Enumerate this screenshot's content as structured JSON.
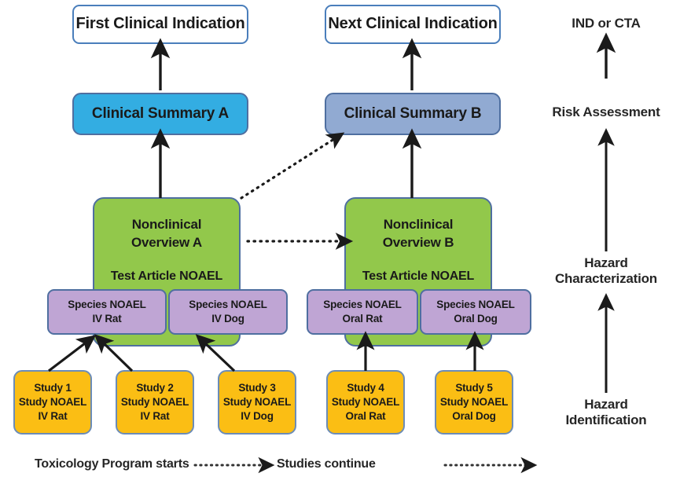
{
  "diagram": {
    "title": "Toxicology program NOAEL roll-up to clinical summary and risk assessment",
    "colors": {
      "indication_fill": "#FFFFFF",
      "summary_a_fill": "#33ADE2",
      "summary_b_fill": "#91AAD2",
      "overview_fill": "#92C84B",
      "species_fill": "#BFA5D4",
      "study_fill": "#FBBE14",
      "border_blue": "#4F6FA0",
      "arrow_black": "#1A1A1A"
    }
  },
  "indications": [
    {
      "id": "first",
      "label": "First Clinical Indication"
    },
    {
      "id": "next",
      "label": "Next Clinical Indication"
    }
  ],
  "summaries": [
    {
      "id": "a",
      "label": "Clinical Summary A"
    },
    {
      "id": "b",
      "label": "Clinical Summary B"
    }
  ],
  "overviews": [
    {
      "id": "a",
      "title_line1": "Nonclinical",
      "title_line2": "Overview A",
      "subtitle": "Test Article NOAEL"
    },
    {
      "id": "b",
      "title_line1": "Nonclinical",
      "title_line2": "Overview B",
      "subtitle": "Test Article NOAEL"
    }
  ],
  "species": [
    {
      "id": "a-rat",
      "line1": "Species NOAEL",
      "line2": "IV Rat"
    },
    {
      "id": "a-dog",
      "line1": "Species NOAEL",
      "line2": "IV Dog"
    },
    {
      "id": "b-rat",
      "line1": "Species NOAEL",
      "line2": "Oral Rat"
    },
    {
      "id": "b-dog",
      "line1": "Species NOAEL",
      "line2": "Oral Dog"
    }
  ],
  "studies": [
    {
      "id": "s1",
      "line1": "Study 1",
      "line2": "Study NOAEL",
      "line3": "IV Rat"
    },
    {
      "id": "s2",
      "line1": "Study 2",
      "line2": "Study NOAEL",
      "line3": "IV Rat"
    },
    {
      "id": "s3",
      "line1": "Study 3",
      "line2": "Study NOAEL",
      "line3": "IV Dog"
    },
    {
      "id": "s4",
      "line1": "Study 4",
      "line2": "Study NOAEL",
      "line3": "Oral Rat"
    },
    {
      "id": "s5",
      "line1": "Study 5",
      "line2": "Study NOAEL",
      "line3": "Oral Dog"
    }
  ],
  "right_column": {
    "top": "IND or CTA",
    "middle": "Risk Assessment",
    "lower": {
      "line1": "Hazard",
      "line2": "Characterization"
    },
    "bottom": {
      "line1": "Hazard",
      "line2": "Identification"
    }
  },
  "captions": {
    "left": "Toxicology Program starts",
    "right": "Studies continue"
  }
}
